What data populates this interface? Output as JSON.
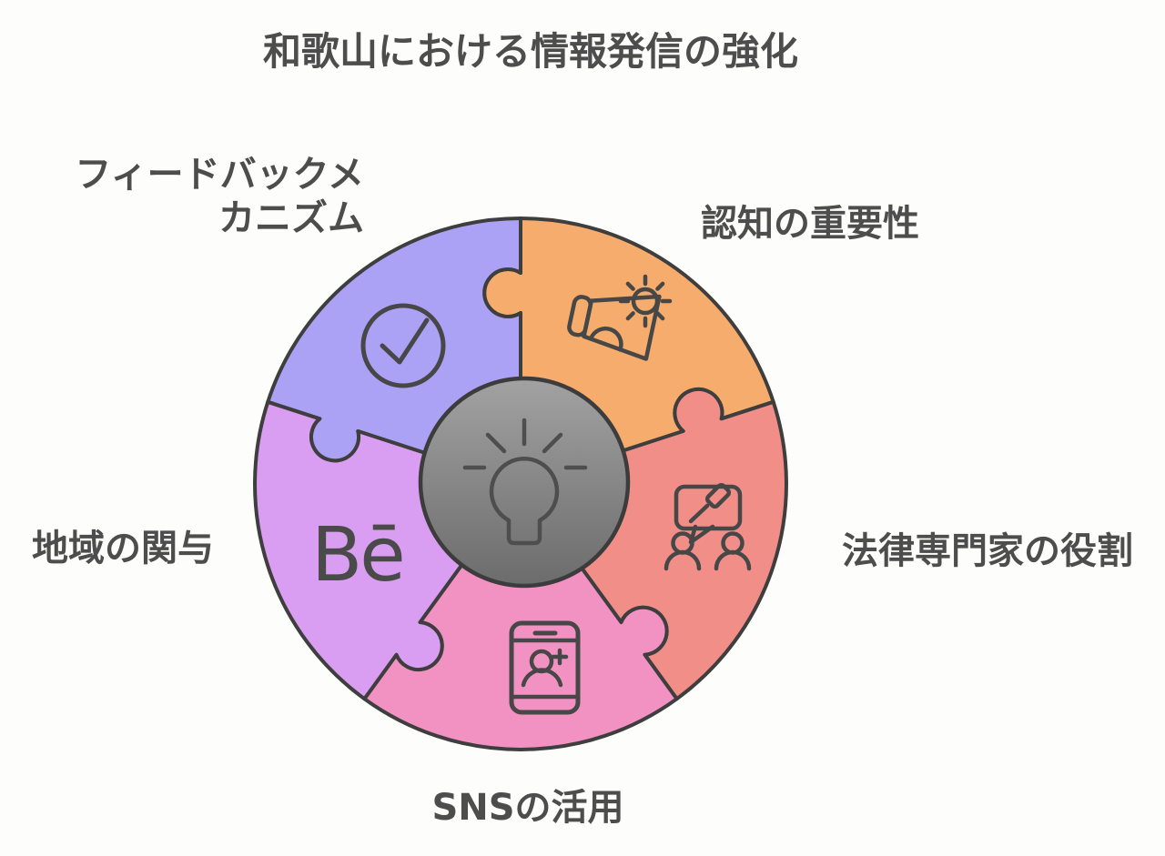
{
  "title": "和歌山における情報発信の強化",
  "diagram": {
    "type": "puzzle-wheel",
    "center_icon": "lightbulb-icon",
    "segments": [
      {
        "label": "認知の重要性",
        "position": "top-right",
        "color": "#F6AC6D",
        "icon": "megaphone-announcement-icon"
      },
      {
        "label": "法律専門家の役割",
        "position": "right",
        "color": "#F28E88",
        "icon": "gavel-discussion-icon"
      },
      {
        "label": "SNSの活用",
        "position": "bottom",
        "color": "#F292C3",
        "icon": "smartphone-add-user-icon"
      },
      {
        "label": "地域の関与",
        "position": "left",
        "color": "#D99DF2",
        "icon": "behance-logo",
        "icon_text": "Bē"
      },
      {
        "label": "フィードバックメカニズム",
        "label_lines": [
          "フィードバックメ",
          "カニズム"
        ],
        "position": "top-left",
        "color": "#ABA2F5",
        "icon": "check-circle-icon"
      }
    ]
  },
  "colors": {
    "background": "#FDFDFB",
    "outline": "#3E3E3E",
    "icon_stroke": "#474747",
    "label_text": "#4D4D4D",
    "center_top": "#A2A2A2",
    "center_bottom": "#6C6C6C"
  }
}
